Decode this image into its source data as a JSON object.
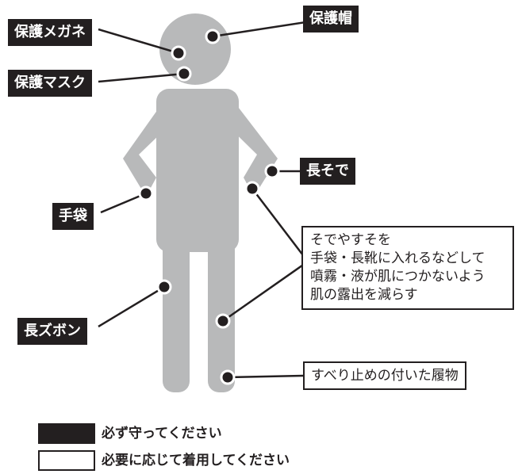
{
  "colors": {
    "figure": "#b8b9ba",
    "label_dark": "#231f20",
    "label_text_on_dark": "#ffffff",
    "dot": "#231f20"
  },
  "labels": {
    "helmet": "保護帽",
    "goggles": "保護メガネ",
    "mask": "保護マスク",
    "long_sleeves": "長そで",
    "gloves": "手袋",
    "long_pants": "長ズボン",
    "sleeve_note": [
      "そでやすそを",
      "手袋・長靴に入れるなどして",
      "噴霧・液が肌につかないよう",
      "肌の露出を減らす"
    ],
    "shoes": "すべり止めの付いた履物"
  },
  "legend": {
    "required": "必ず守ってください",
    "as_needed": "必要に応じて着用してください"
  }
}
